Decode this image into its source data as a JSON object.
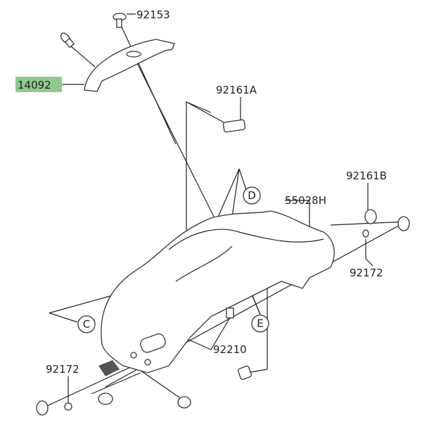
{
  "diagram": {
    "highlight_color": "#8fc98f",
    "parts": {
      "screw_top": "92153",
      "cover": "14092",
      "pad": "92161A",
      "damper": "92161B",
      "cowl": "55028H",
      "bolt_right": "92172",
      "bolt_left": "92172",
      "nut": "92210"
    },
    "callouts": {
      "c": "C",
      "d": "D",
      "e": "E"
    }
  }
}
